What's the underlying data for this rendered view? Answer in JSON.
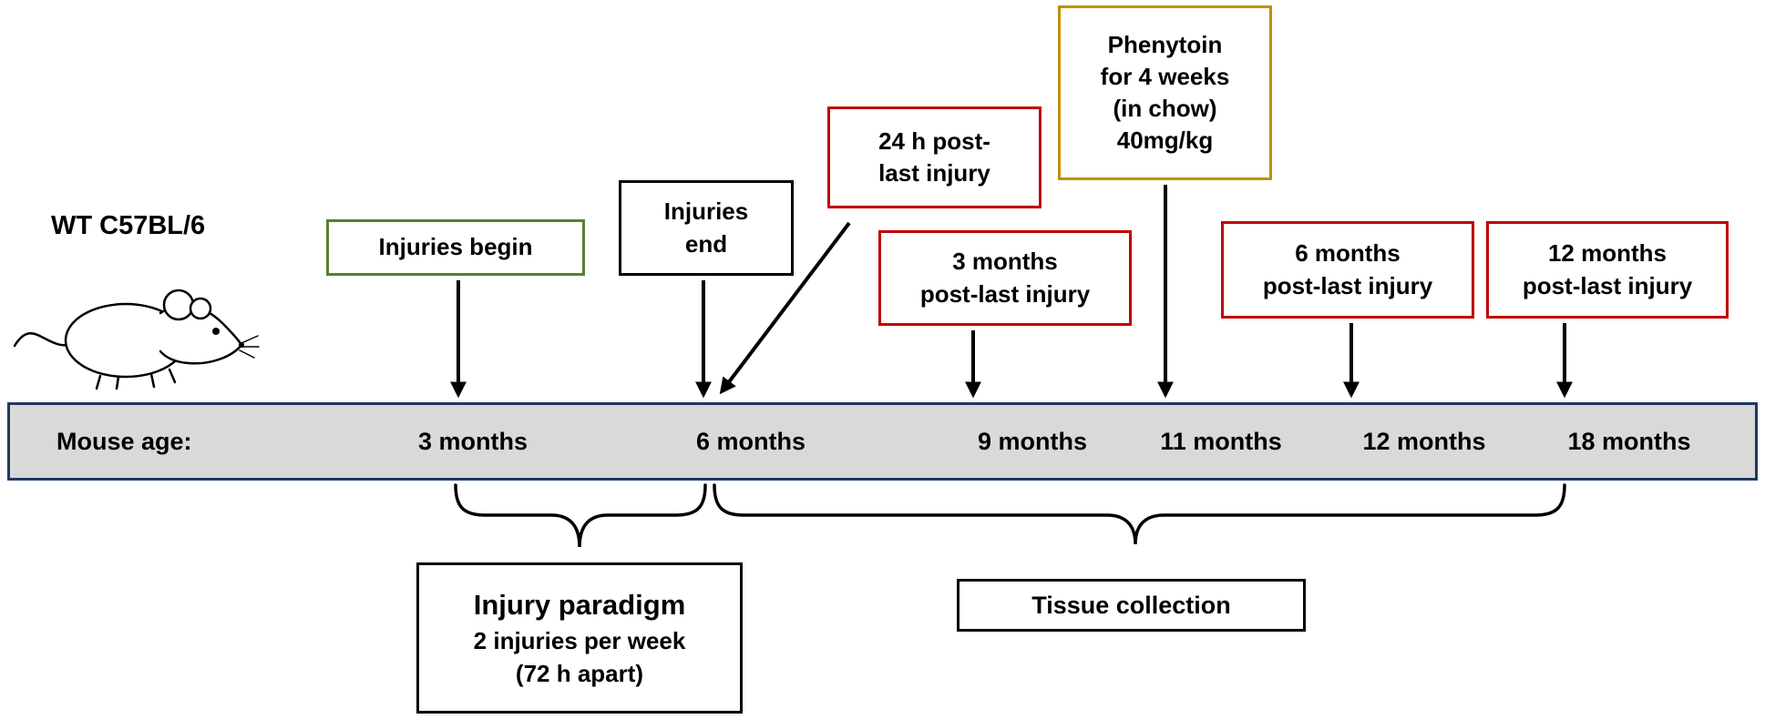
{
  "strain": "WT C57BL/6",
  "timeline": {
    "axis_label": "Mouse age:",
    "ticks": [
      "3 months",
      "6 months",
      "9 months",
      "11 months",
      "12 months",
      "18 months"
    ]
  },
  "events": {
    "injuries_begin": "Injuries begin",
    "injuries_end": "Injuries\nend",
    "post_24h": "24 h post-\nlast injury",
    "post_3mo": "3 months\npost-last injury",
    "phenytoin": "Phenytoin\nfor 4 weeks\n(in chow)\n40mg/kg",
    "post_6mo": "6 months\npost-last injury",
    "post_12mo": "12 months\npost-last injury"
  },
  "injury_paradigm": {
    "title": "Injury paradigm",
    "line2": "2 injuries per week",
    "line3": "(72 h apart)"
  },
  "tissue_collection": "Tissue collection",
  "colors": {
    "green_border": "#538135",
    "red_border": "#C00000",
    "gold_border": "#BF9000",
    "black_border": "#000000",
    "timeline_fill": "#D9D9D9",
    "timeline_border": "#1F3864",
    "arrow": "#000000"
  }
}
